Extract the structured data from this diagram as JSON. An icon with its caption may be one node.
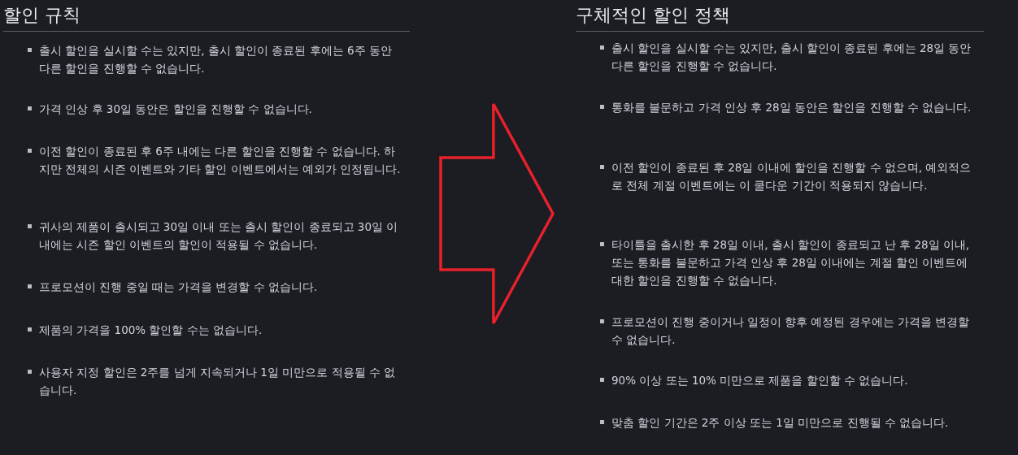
{
  "diagram": {
    "nodes": [
      {
        "text": [
          "할인 규칙",
          "출시 할인을 실시할 수는 있지만, 출시 할인이 종료된 후에는 6주 동안 다른 할인을 진행할 수 없습니다.",
          "가격 인상 후 30일 동안은 할인을 진행할 수 없습니다.",
          "이전 할인이 종료된 후 6주 내에는 다른 할인을 진행할 수 없습니다. 하지만 전체의 시즌 이벤트와 기타 할인 이벤트에서는 예외가 인정됩니다.",
          "귀사의 제품이 출시되고 30일 이내 또는 출시 할인이 종료되고 30일 이내에는 시즌 할인 이벤트의 할인이 적용될 수 없습니다.",
          "프로모션이 진행 중일 때는 가격을 변경할 수 없습니다.",
          "제품의 가격을 100% 할인할 수는 없습니다.",
          "사용자 지정 할인은 2주를 넘게 지속되거나 1일 미만으로 적용될 수 없습니다."
        ]
      },
      {
        "text": [
          "구체적인 할인 정책",
          "출시 할인을 실시할 수는 있지만, 출시 할인이 종료된 후에는 28일 동안 다른 할인을 진행할 수 없습니다.",
          "통화를 불문하고 가격 인상 후 28일 동안은 할인을 진행할 수 없습니다.",
          "이전 할인이 종료된 후 28일 이내에 할인을 진행할 수 없으며, 예외적으로 전체 계절 이벤트에는 이 쿨다운 기간이 적용되지 않습니다.",
          "타이틀을 출시한 후 28일 이내, 출시 할인이 종료되고 난 후 28일 이내, 또는 통화를 불문하고 가격 인상 후 28일 이내에는 계절 할인 이벤트에 대한 할인을 진행할 수 없습니다.",
          "프로모션이 진행 중이거나 일정이 향후 예정된 경우에는 가격을 변경할 수 없습니다.",
          "90% 이상 또는 10% 미만으로 제품을 할인할 수 없습니다.",
          "맞춤 할인 기간은 2주 이상 또는 1일 미만으로 진행될 수 없습니다."
        ]
      }
    ],
    "edges": [
      {
        "from": 0,
        "to": 1,
        "arrow": "to",
        "color": "#e8212b"
      }
    ]
  }
}
